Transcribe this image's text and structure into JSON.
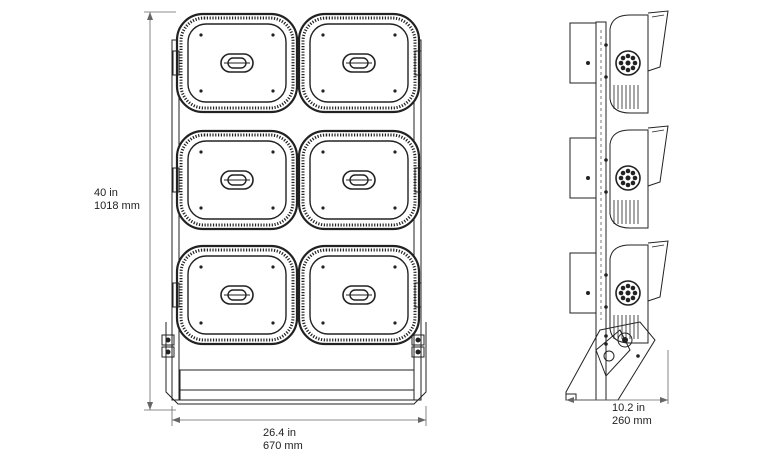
{
  "drawing": {
    "front_view": {
      "modules": 6,
      "rows": 3,
      "cols": 2
    },
    "side_view": {
      "modules": 3
    }
  },
  "dimensions": {
    "height_in": "40 in",
    "height_mm": "1018 mm",
    "width_in": "26.4 in",
    "width_mm": "670 mm",
    "depth_in": "10.2 in",
    "depth_mm": "260 mm"
  },
  "colors": {
    "line": "#222222",
    "dim_line": "#666666"
  }
}
